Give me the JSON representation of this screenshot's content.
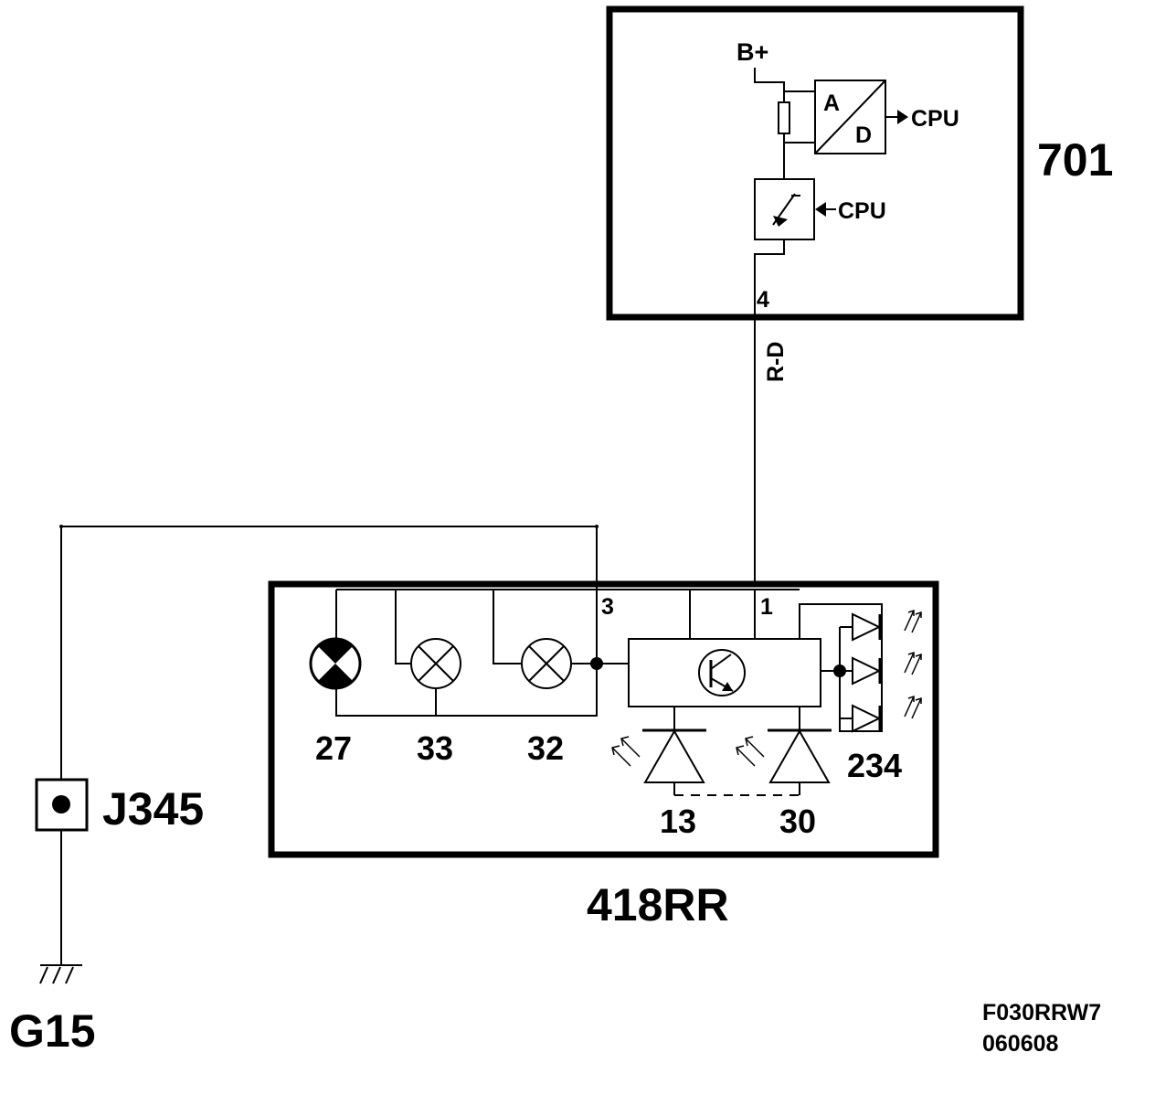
{
  "modules": {
    "module_701": "701",
    "module_418rr": "418RR"
  },
  "supply": {
    "bplus": "B+"
  },
  "adc": {
    "a": "A",
    "d": "D",
    "out": "CPU"
  },
  "driver": {
    "in": "CPU"
  },
  "pins": {
    "p4": "4",
    "p1": "1",
    "p3": "3"
  },
  "wire": {
    "color_code": "R-D"
  },
  "lamps": {
    "l27": "27",
    "l33": "33",
    "l32": "32"
  },
  "diodes": {
    "d13": "13",
    "d30": "30",
    "d234": "234"
  },
  "connector": {
    "id": "J345"
  },
  "ground": {
    "id": "G15"
  },
  "footer": {
    "code": "F030RRW7",
    "date": "060608"
  }
}
